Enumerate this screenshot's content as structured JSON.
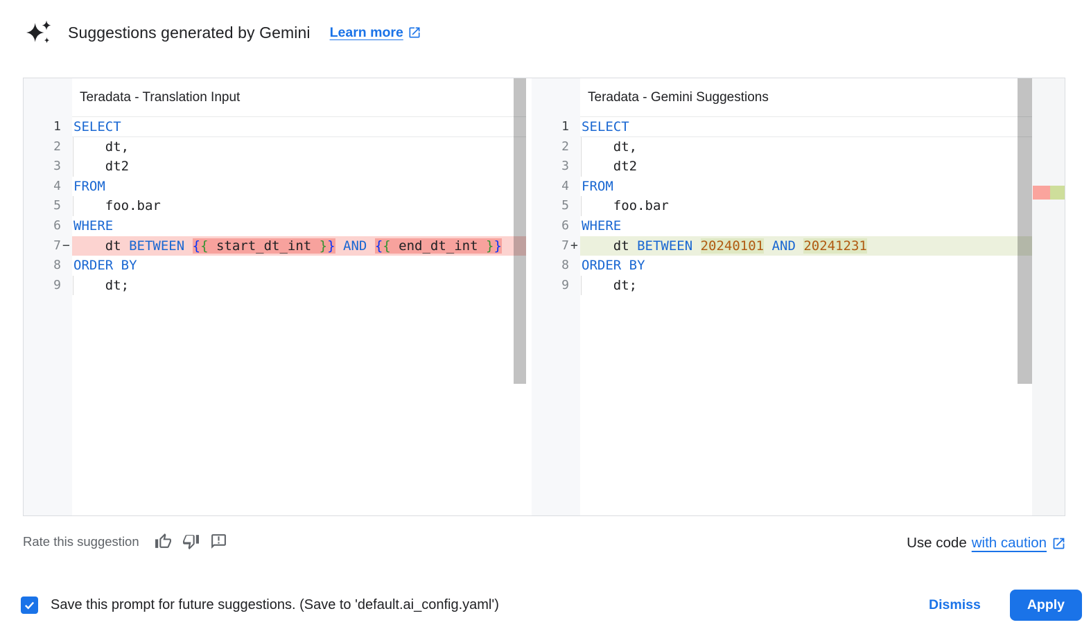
{
  "header": {
    "icon": "gemini-sparkle-icon",
    "title": "Suggestions generated by Gemini",
    "learn_more_label": "Learn more",
    "learn_more_icon": "open-in-new-icon"
  },
  "panels": [
    {
      "title": "Teradata - Translation Input",
      "active_line": 1,
      "has_overview_ruler": false,
      "lines": [
        {
          "num": "1",
          "marker": "",
          "diff": "",
          "current": true,
          "indent": false,
          "segments": [
            {
              "t": "SELECT",
              "c": "kw"
            }
          ]
        },
        {
          "num": "2",
          "marker": "",
          "diff": "",
          "indent": true,
          "segments": [
            {
              "t": "    dt,",
              "c": "plain"
            }
          ]
        },
        {
          "num": "3",
          "marker": "",
          "diff": "",
          "indent": true,
          "segments": [
            {
              "t": "    dt2",
              "c": "plain"
            }
          ]
        },
        {
          "num": "4",
          "marker": "",
          "diff": "",
          "indent": false,
          "segments": [
            {
              "t": "FROM",
              "c": "kw"
            }
          ]
        },
        {
          "num": "5",
          "marker": "",
          "diff": "",
          "indent": true,
          "segments": [
            {
              "t": "    foo.bar",
              "c": "plain"
            }
          ]
        },
        {
          "num": "6",
          "marker": "",
          "diff": "",
          "indent": false,
          "segments": [
            {
              "t": "WHERE",
              "c": "kw"
            }
          ]
        },
        {
          "num": "7",
          "marker": "−",
          "diff": "removed",
          "indent": false,
          "segments": [
            {
              "t": "    dt ",
              "c": "plain"
            },
            {
              "t": "BETWEEN",
              "c": "kw"
            },
            {
              "t": " ",
              "c": "plain"
            },
            {
              "g": [
                {
                  "t": "{",
                  "c": "b1"
                },
                {
                  "t": "{",
                  "c": "b2"
                },
                {
                  "t": " start_dt_int ",
                  "c": "plain"
                },
                {
                  "t": "}",
                  "c": "b2"
                },
                {
                  "t": "}",
                  "c": "b1"
                }
              ]
            },
            {
              "t": " ",
              "c": "plain"
            },
            {
              "t": "AND",
              "c": "kw"
            },
            {
              "t": " ",
              "c": "plain"
            },
            {
              "g": [
                {
                  "t": "{",
                  "c": "b1"
                },
                {
                  "t": "{",
                  "c": "b2"
                },
                {
                  "t": " end_dt_int ",
                  "c": "plain"
                },
                {
                  "t": "}",
                  "c": "b2"
                },
                {
                  "t": "}",
                  "c": "b1"
                }
              ]
            }
          ]
        },
        {
          "num": "8",
          "marker": "",
          "diff": "",
          "indent": false,
          "segments": [
            {
              "t": "ORDER BY",
              "c": "kw"
            }
          ]
        },
        {
          "num": "9",
          "marker": "",
          "diff": "",
          "indent": true,
          "segments": [
            {
              "t": "    dt;",
              "c": "plain"
            }
          ]
        }
      ]
    },
    {
      "title": "Teradata - Gemini Suggestions",
      "active_line": 1,
      "has_overview_ruler": true,
      "lines": [
        {
          "num": "1",
          "marker": "",
          "diff": "",
          "current": true,
          "indent": false,
          "segments": [
            {
              "t": "SELECT",
              "c": "kw"
            }
          ]
        },
        {
          "num": "2",
          "marker": "",
          "diff": "",
          "indent": true,
          "segments": [
            {
              "t": "    dt,",
              "c": "plain"
            }
          ]
        },
        {
          "num": "3",
          "marker": "",
          "diff": "",
          "indent": true,
          "segments": [
            {
              "t": "    dt2",
              "c": "plain"
            }
          ]
        },
        {
          "num": "4",
          "marker": "",
          "diff": "",
          "indent": false,
          "segments": [
            {
              "t": "FROM",
              "c": "kw"
            }
          ]
        },
        {
          "num": "5",
          "marker": "",
          "diff": "",
          "indent": true,
          "segments": [
            {
              "t": "    foo.bar",
              "c": "plain"
            }
          ]
        },
        {
          "num": "6",
          "marker": "",
          "diff": "",
          "indent": false,
          "segments": [
            {
              "t": "WHERE",
              "c": "kw"
            }
          ]
        },
        {
          "num": "7",
          "marker": "+",
          "diff": "added",
          "indent": false,
          "segments": [
            {
              "t": "    dt ",
              "c": "plain"
            },
            {
              "t": "BETWEEN",
              "c": "kw"
            },
            {
              "t": " ",
              "c": "plain"
            },
            {
              "g": [
                {
                  "t": "20240101",
                  "c": "num"
                }
              ]
            },
            {
              "t": " ",
              "c": "plain"
            },
            {
              "t": "AND",
              "c": "kw"
            },
            {
              "t": " ",
              "c": "plain"
            },
            {
              "g": [
                {
                  "t": "20241231",
                  "c": "num"
                }
              ]
            }
          ]
        },
        {
          "num": "8",
          "marker": "",
          "diff": "",
          "indent": false,
          "segments": [
            {
              "t": "ORDER BY",
              "c": "kw"
            }
          ]
        },
        {
          "num": "9",
          "marker": "",
          "diff": "",
          "indent": true,
          "segments": [
            {
              "t": "    dt;",
              "c": "plain"
            }
          ]
        }
      ]
    }
  ],
  "footer": {
    "rate_label": "Rate this suggestion",
    "rate_icons": [
      "thumb-up-icon",
      "thumb-down-icon",
      "feedback-icon"
    ],
    "use_code_prefix": "Use code",
    "use_code_link": "with caution",
    "use_code_icon": "open-in-new-icon"
  },
  "bottom_bar": {
    "checkbox_checked": true,
    "save_label": "Save this prompt for future suggestions. (Save to 'default.ai_config.yaml')",
    "dismiss_label": "Dismiss",
    "apply_label": "Apply"
  },
  "appearance": {
    "accent_blue": "#1a73e8",
    "keyword_blue": "#1967d2",
    "number_orange": "#b05a11",
    "removed_line_bg": "#fcd3d0",
    "removed_token_bg": "#f7a29d",
    "added_line_bg": "#ecf1dd",
    "added_token_bg": "#dfe8c3",
    "ruler_removed": "#faa49d",
    "ruler_added": "#cede9b",
    "gutter_bg": "#f7f8fa",
    "scrollbar_thumb": "#c2c2c2"
  }
}
